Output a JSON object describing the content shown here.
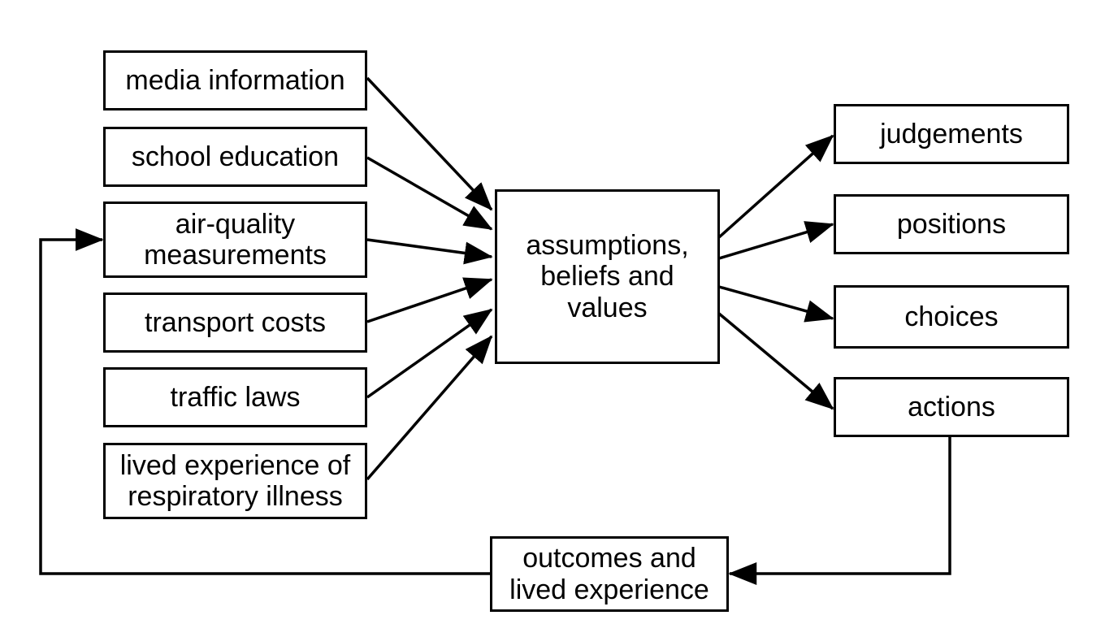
{
  "inputs": [
    {
      "id": "media",
      "label": "media information"
    },
    {
      "id": "school",
      "label": "school education"
    },
    {
      "id": "air",
      "label": "air-quality\nmeasurements"
    },
    {
      "id": "transport",
      "label": "transport costs"
    },
    {
      "id": "traffic",
      "label": "traffic laws"
    },
    {
      "id": "lived",
      "label": "lived experience of\nrespiratory illness"
    }
  ],
  "center": {
    "label": "assumptions,\nbeliefs and\nvalues"
  },
  "outputs": [
    {
      "id": "judgements",
      "label": "judgements"
    },
    {
      "id": "positions",
      "label": "positions"
    },
    {
      "id": "choices",
      "label": "choices"
    },
    {
      "id": "actions",
      "label": "actions"
    }
  ],
  "feedback": {
    "label": "outcomes and\nlived experience"
  }
}
